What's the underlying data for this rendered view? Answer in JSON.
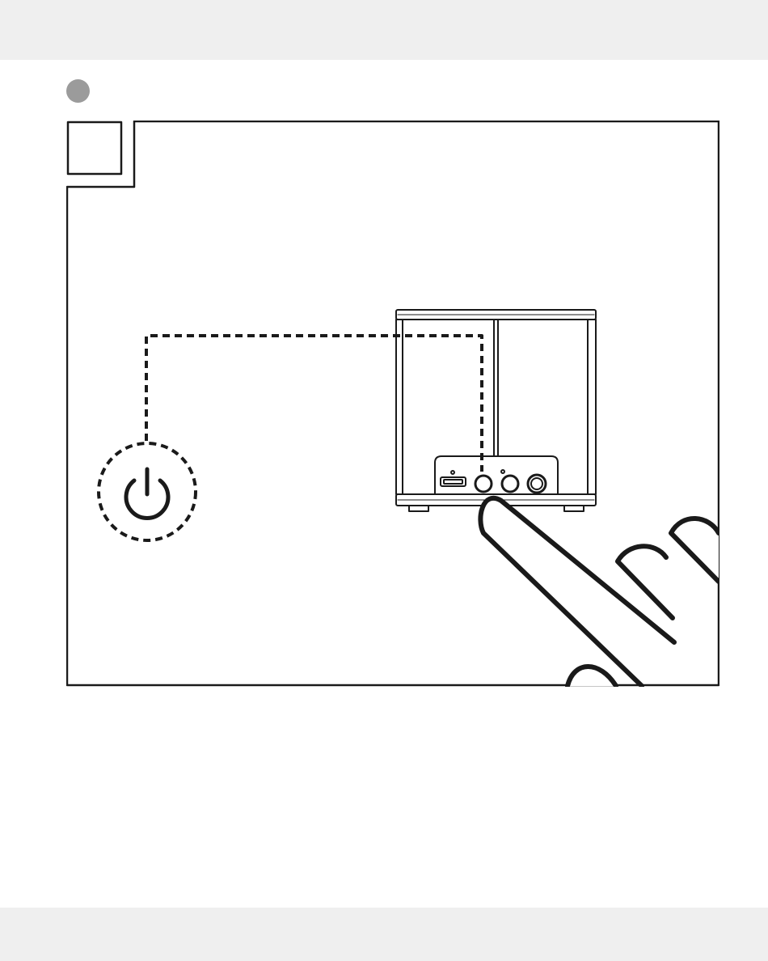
{
  "page": {
    "band_color": "#efefef",
    "step_dot_color": "#9b9b9b",
    "line_color": "#1a1a1a",
    "step_number": "",
    "panel_label": ""
  },
  "figure": {
    "icons": [
      "power-icon",
      "speaker-device",
      "hand-finger-icon"
    ],
    "device_ports": [
      "micro-usb-port",
      "power-button",
      "volume-button",
      "aux-jack"
    ]
  }
}
